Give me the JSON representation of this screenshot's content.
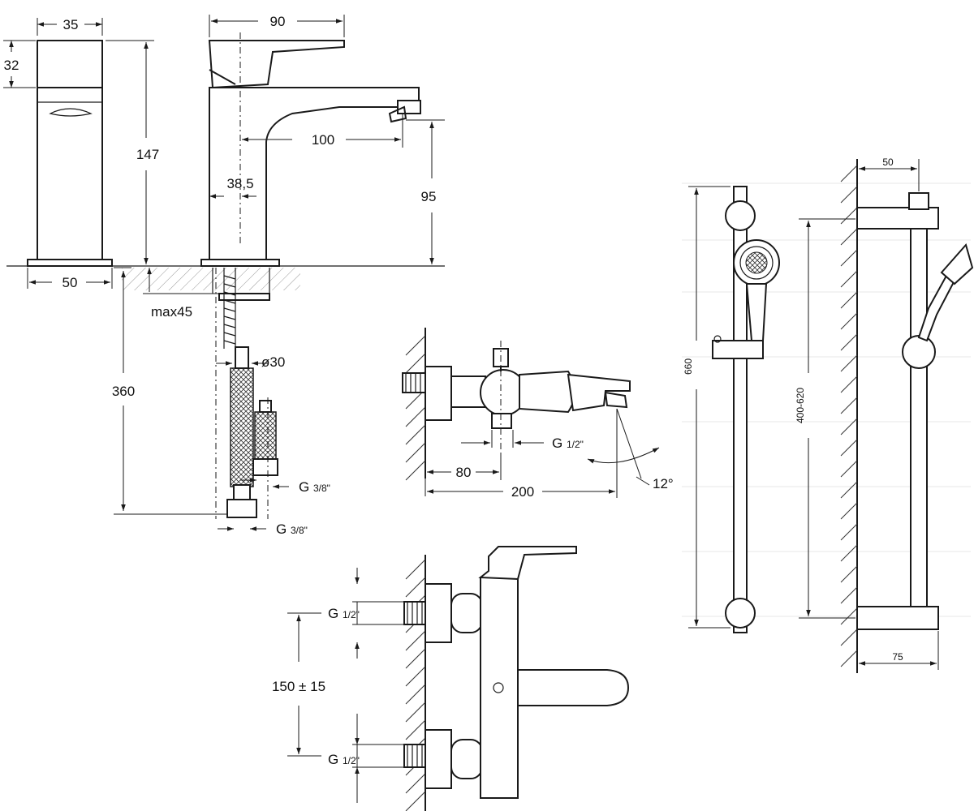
{
  "basin_mixer": {
    "dims": {
      "width_side": "35",
      "handle_height": "32",
      "total_height": "147",
      "base_width": "50",
      "depth": "90",
      "spout_reach": "100",
      "axis_offset": "38,5",
      "spout_height": "95",
      "max_thickness": "max45",
      "hole_diameter": "ø30",
      "hose_length": "360",
      "connection_1": "G",
      "connection_1_frac": "3/8\"",
      "connection_2": "G",
      "connection_2_frac": "3/8\""
    }
  },
  "bath_mixer_side": {
    "dims": {
      "connection": "G",
      "connection_frac": "1/2\"",
      "wall_offset": "80",
      "spout_reach": "200",
      "spout_angle": "12°"
    }
  },
  "bath_mixer_front": {
    "dims": {
      "connection_top": "G",
      "connection_top_frac": "1/2\"",
      "spacing": "150 ± 15",
      "connection_bottom": "G",
      "connection_bottom_frac": "1/2\""
    }
  },
  "shower_set": {
    "dims": {
      "bar_length": "660",
      "fixing_spacing": "400-620",
      "top_depth": "50",
      "bottom_depth": "75"
    }
  }
}
